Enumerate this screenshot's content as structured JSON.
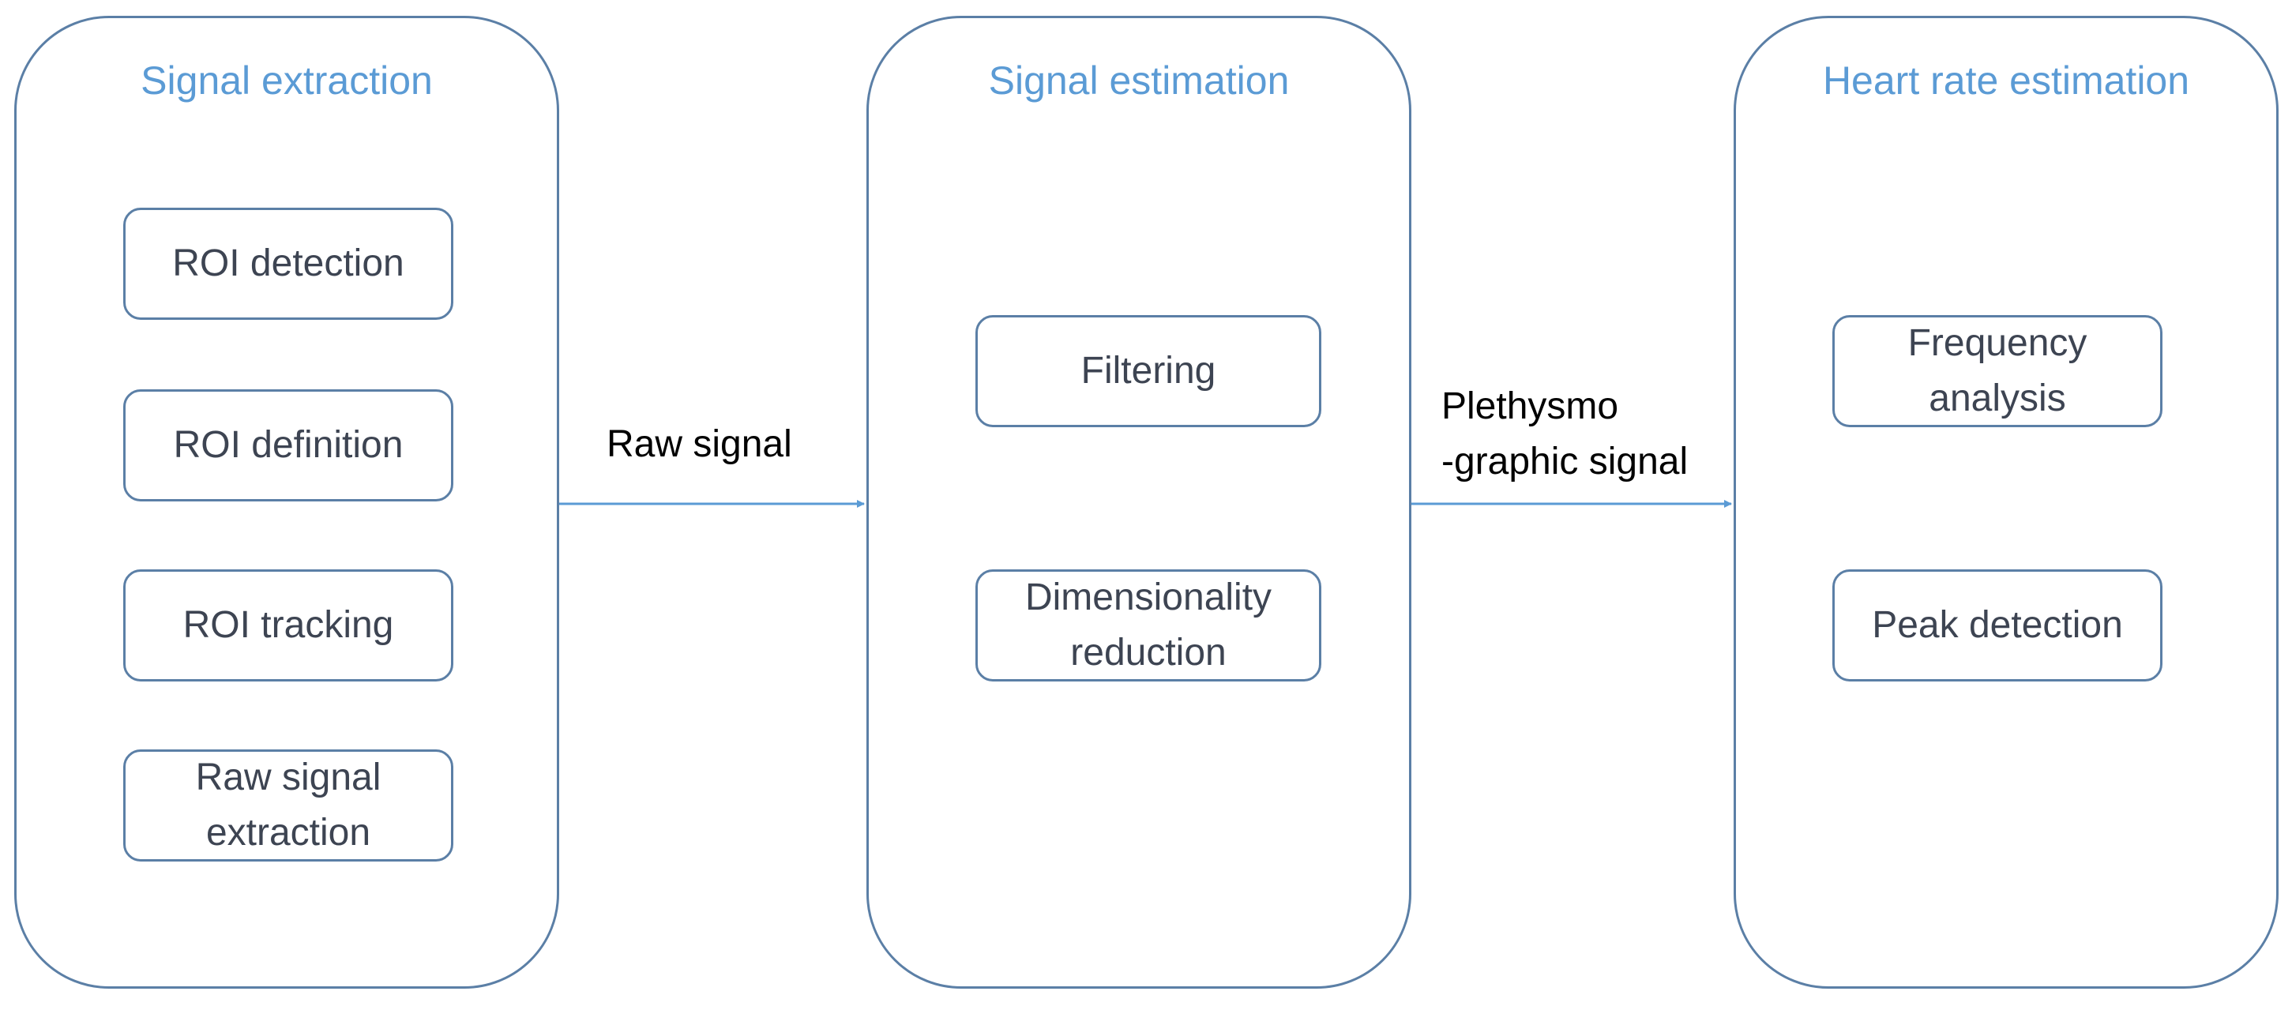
{
  "stages": [
    {
      "title": "Signal extraction",
      "steps": [
        "ROI detection",
        "ROI definition",
        "ROI tracking",
        "Raw signal extraction"
      ]
    },
    {
      "title": "Signal estimation",
      "steps": [
        "Filtering",
        "Dimensionality reduction"
      ]
    },
    {
      "title": "Heart rate estimation",
      "steps": [
        "Frequency analysis",
        "Peak detection"
      ]
    }
  ],
  "connectors": [
    {
      "label_lines": [
        "Raw signal"
      ]
    },
    {
      "label_lines": [
        "Plethysmo",
        "-graphic signal"
      ]
    }
  ],
  "colors": {
    "stage_border": "#5b7fa6",
    "title_text": "#5b9bd5",
    "step_text": "#3d4452",
    "arrow": "#5b9bd5",
    "connector_text": "#000000"
  }
}
